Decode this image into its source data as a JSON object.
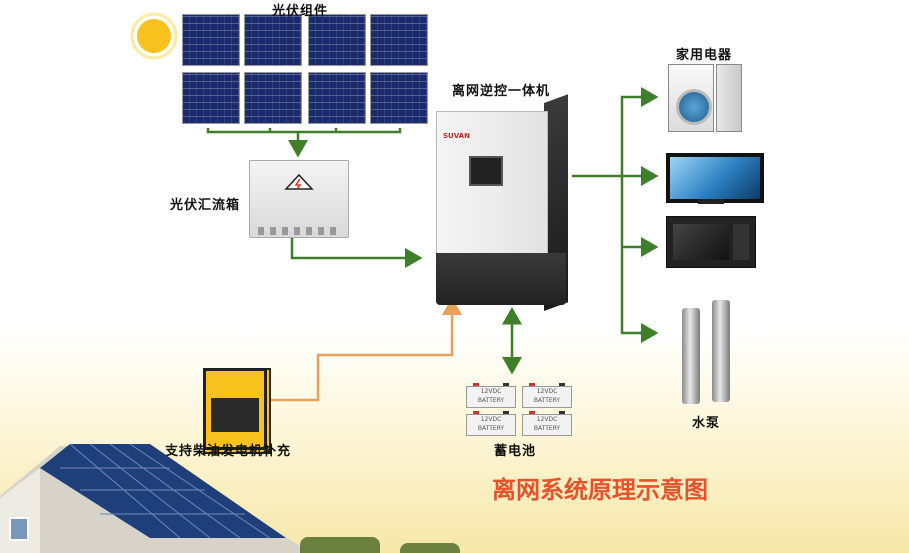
{
  "labels": {
    "pv_modules": "光伏组件",
    "combiner_box": "光伏汇流箱",
    "inverter": "离网逆控一体机",
    "appliances": "家用电器",
    "water_pump": "水泵",
    "battery": "蓄电池",
    "generator": "支持柴油发电机补充"
  },
  "title": "离网系统原理示意图",
  "battery_text": [
    "12VDC BATTERY",
    "12VDC BATTERY",
    "12VDC BATTERY",
    "12VDC BATTERY"
  ],
  "colors": {
    "dc_line": "#3f7f2a",
    "generator_line": "#e8a05a",
    "title": "#e8522b"
  }
}
